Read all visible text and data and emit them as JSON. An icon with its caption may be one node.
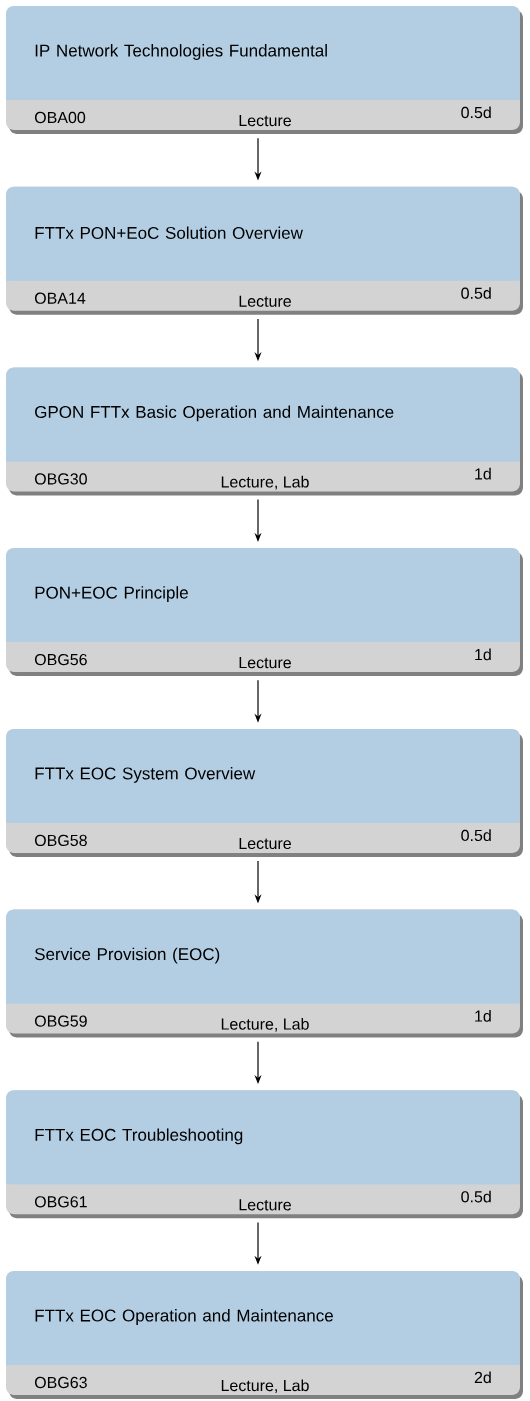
{
  "diagram": {
    "nodes": [
      {
        "text": [
          "IP Network Technologies Fundamental",
          "OBA00",
          "Lecture",
          "0.5d"
        ]
      },
      {
        "text": [
          "FTTx PON+EoC Solution Overview",
          "OBA14",
          "Lecture",
          "0.5d"
        ]
      },
      {
        "text": [
          "GPON FTTx Basic Operation and Maintenance",
          "OBG30",
          "Lecture, Lab",
          "1d"
        ]
      },
      {
        "text": [
          "PON+EOC Principle",
          "OBG56",
          "Lecture",
          "1d"
        ]
      },
      {
        "text": [
          "FTTx EOC System Overview",
          "OBG58",
          "Lecture",
          "0.5d"
        ]
      },
      {
        "text": [
          "Service Provision (EOC)",
          "OBG59",
          "Lecture, Lab",
          "1d"
        ]
      },
      {
        "text": [
          "FTTx EOC Troubleshooting",
          "OBG61",
          "Lecture",
          "0.5d"
        ]
      },
      {
        "text": [
          "FTTx EOC Operation and Maintenance",
          "OBG63",
          "Lecture, Lab",
          "2d"
        ]
      }
    ],
    "edges": [
      {
        "from": 0,
        "to": 1,
        "arrow": "to"
      },
      {
        "from": 1,
        "to": 2,
        "arrow": "to"
      },
      {
        "from": 2,
        "to": 3,
        "arrow": "to"
      },
      {
        "from": 3,
        "to": 4,
        "arrow": "to"
      },
      {
        "from": 4,
        "to": 5,
        "arrow": "to"
      },
      {
        "from": 5,
        "to": 6,
        "arrow": "to"
      },
      {
        "from": 6,
        "to": 7,
        "arrow": "to"
      }
    ]
  }
}
